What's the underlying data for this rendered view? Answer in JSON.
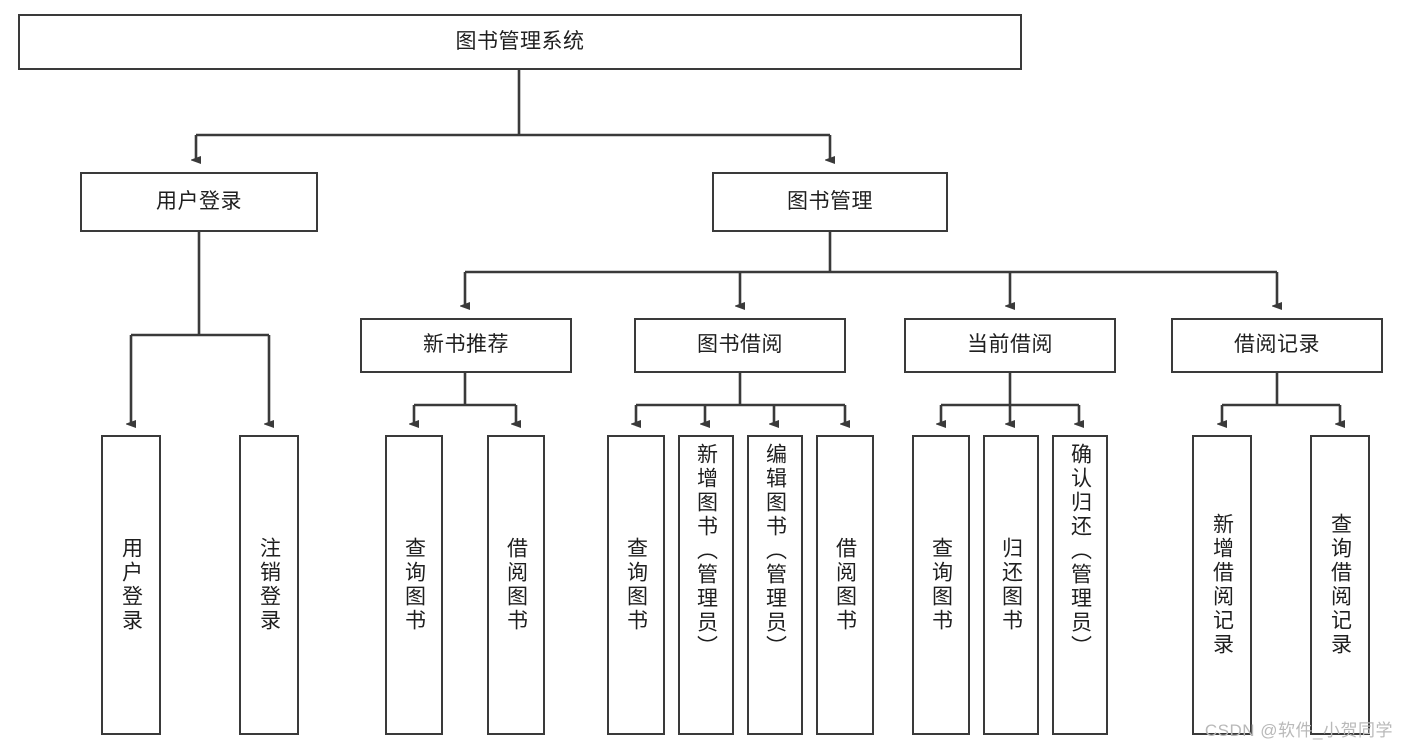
{
  "diagram": {
    "type": "tree",
    "title": "图书管理系统",
    "watermark": "CSDN @软件_小贺同学",
    "root": {
      "id": "root",
      "label": "图书管理系统"
    },
    "level2": [
      {
        "id": "login",
        "label": "用户登录"
      },
      {
        "id": "bookmgmt",
        "label": "图书管理"
      }
    ],
    "level3": [
      {
        "id": "newbook",
        "label": "新书推荐"
      },
      {
        "id": "borrow",
        "label": "图书借阅"
      },
      {
        "id": "current",
        "label": "当前借阅"
      },
      {
        "id": "records",
        "label": "借阅记录"
      }
    ],
    "leaves": [
      {
        "id": "leaf-user-login",
        "parent": "login",
        "label": "用户登录"
      },
      {
        "id": "leaf-user-logout",
        "parent": "login",
        "label": "注销登录"
      },
      {
        "id": "leaf-query-book-1",
        "parent": "newbook",
        "label": "查询图书"
      },
      {
        "id": "leaf-borrow-book-1",
        "parent": "newbook",
        "label": "借阅图书"
      },
      {
        "id": "leaf-query-book-2",
        "parent": "borrow",
        "label": "查询图书"
      },
      {
        "id": "leaf-add-book",
        "parent": "borrow",
        "label": "新增图书（管理员）"
      },
      {
        "id": "leaf-edit-book",
        "parent": "borrow",
        "label": "编辑图书（管理员）"
      },
      {
        "id": "leaf-borrow-book-2",
        "parent": "borrow",
        "label": "借阅图书"
      },
      {
        "id": "leaf-query-book-3",
        "parent": "current",
        "label": "查询图书"
      },
      {
        "id": "leaf-return-book",
        "parent": "current",
        "label": "归还图书"
      },
      {
        "id": "leaf-confirm-return",
        "parent": "current",
        "label": "确认归还（管理员）"
      },
      {
        "id": "leaf-add-record",
        "parent": "records",
        "label": "新增借阅记录"
      },
      {
        "id": "leaf-query-record",
        "parent": "records",
        "label": "查询借阅记录"
      }
    ],
    "colors": {
      "border": "#3a3a3a",
      "text": "#1f1f1f",
      "background": "#ffffff",
      "watermark": "#b9b9b9"
    }
  }
}
